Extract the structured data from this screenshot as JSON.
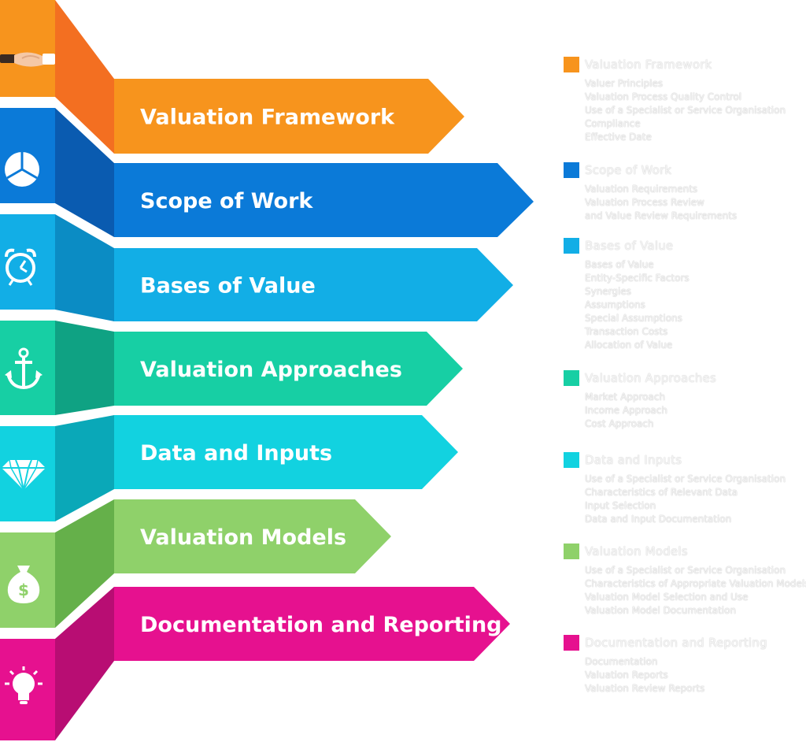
{
  "steps": [
    {
      "label": "Valuation Framework",
      "color": "#f7941d",
      "side": "#f36f21",
      "icon": "handshake-icon",
      "items": [
        "Valuer Principles",
        "Valuation Process Quality Control",
        "Use of a Specialist or Service Organisation",
        "Compliance",
        "Effective Date"
      ]
    },
    {
      "label": "Scope of Work",
      "color": "#0b7ad8",
      "side": "#0a5bb0",
      "icon": "pie-chart-icon",
      "items": [
        "Valuation Requirements",
        "Valuation Process Review",
        "and Value Review Requirements"
      ]
    },
    {
      "label": "Bases of Value",
      "color": "#12aee6",
      "side": "#0b8cc4",
      "icon": "alarm-clock-icon",
      "items": [
        "Bases of Value",
        "Entity-Specific Factors",
        "Synergies",
        "Assumptions",
        "Special Assumptions",
        "Transaction Costs",
        "Allocation of Value"
      ]
    },
    {
      "label": "Valuation Approaches",
      "color": "#17cfa4",
      "side": "#0fa283",
      "icon": "anchor-icon",
      "items": [
        "Market Approach",
        "Income Approach",
        "Cost Approach"
      ]
    },
    {
      "label": "Data and Inputs",
      "color": "#12d2e0",
      "side": "#0aa8b8",
      "icon": "diamond-icon",
      "items": [
        "Use of a Specialist or Service Organisation",
        "Characteristics of Relevant Data",
        "Input Selection",
        "Data and Input Documentation"
      ]
    },
    {
      "label": "Valuation Models",
      "color": "#8fd16a",
      "side": "#65b04a",
      "icon": "money-bag-icon",
      "items": [
        "Use of a Specialist or Service Organisation",
        "Characteristics of Appropriate Valuation Models",
        "Valuation Model Selection and Use",
        "Valuation Model Documentation"
      ]
    },
    {
      "label": "Documentation and Reporting",
      "color": "#e6118f",
      "side": "#b80d73",
      "icon": "light-bulb-icon",
      "items": [
        "Documentation",
        "Valuation Reports",
        "Valuation Review Reports"
      ]
    }
  ],
  "money_symbol": "$"
}
